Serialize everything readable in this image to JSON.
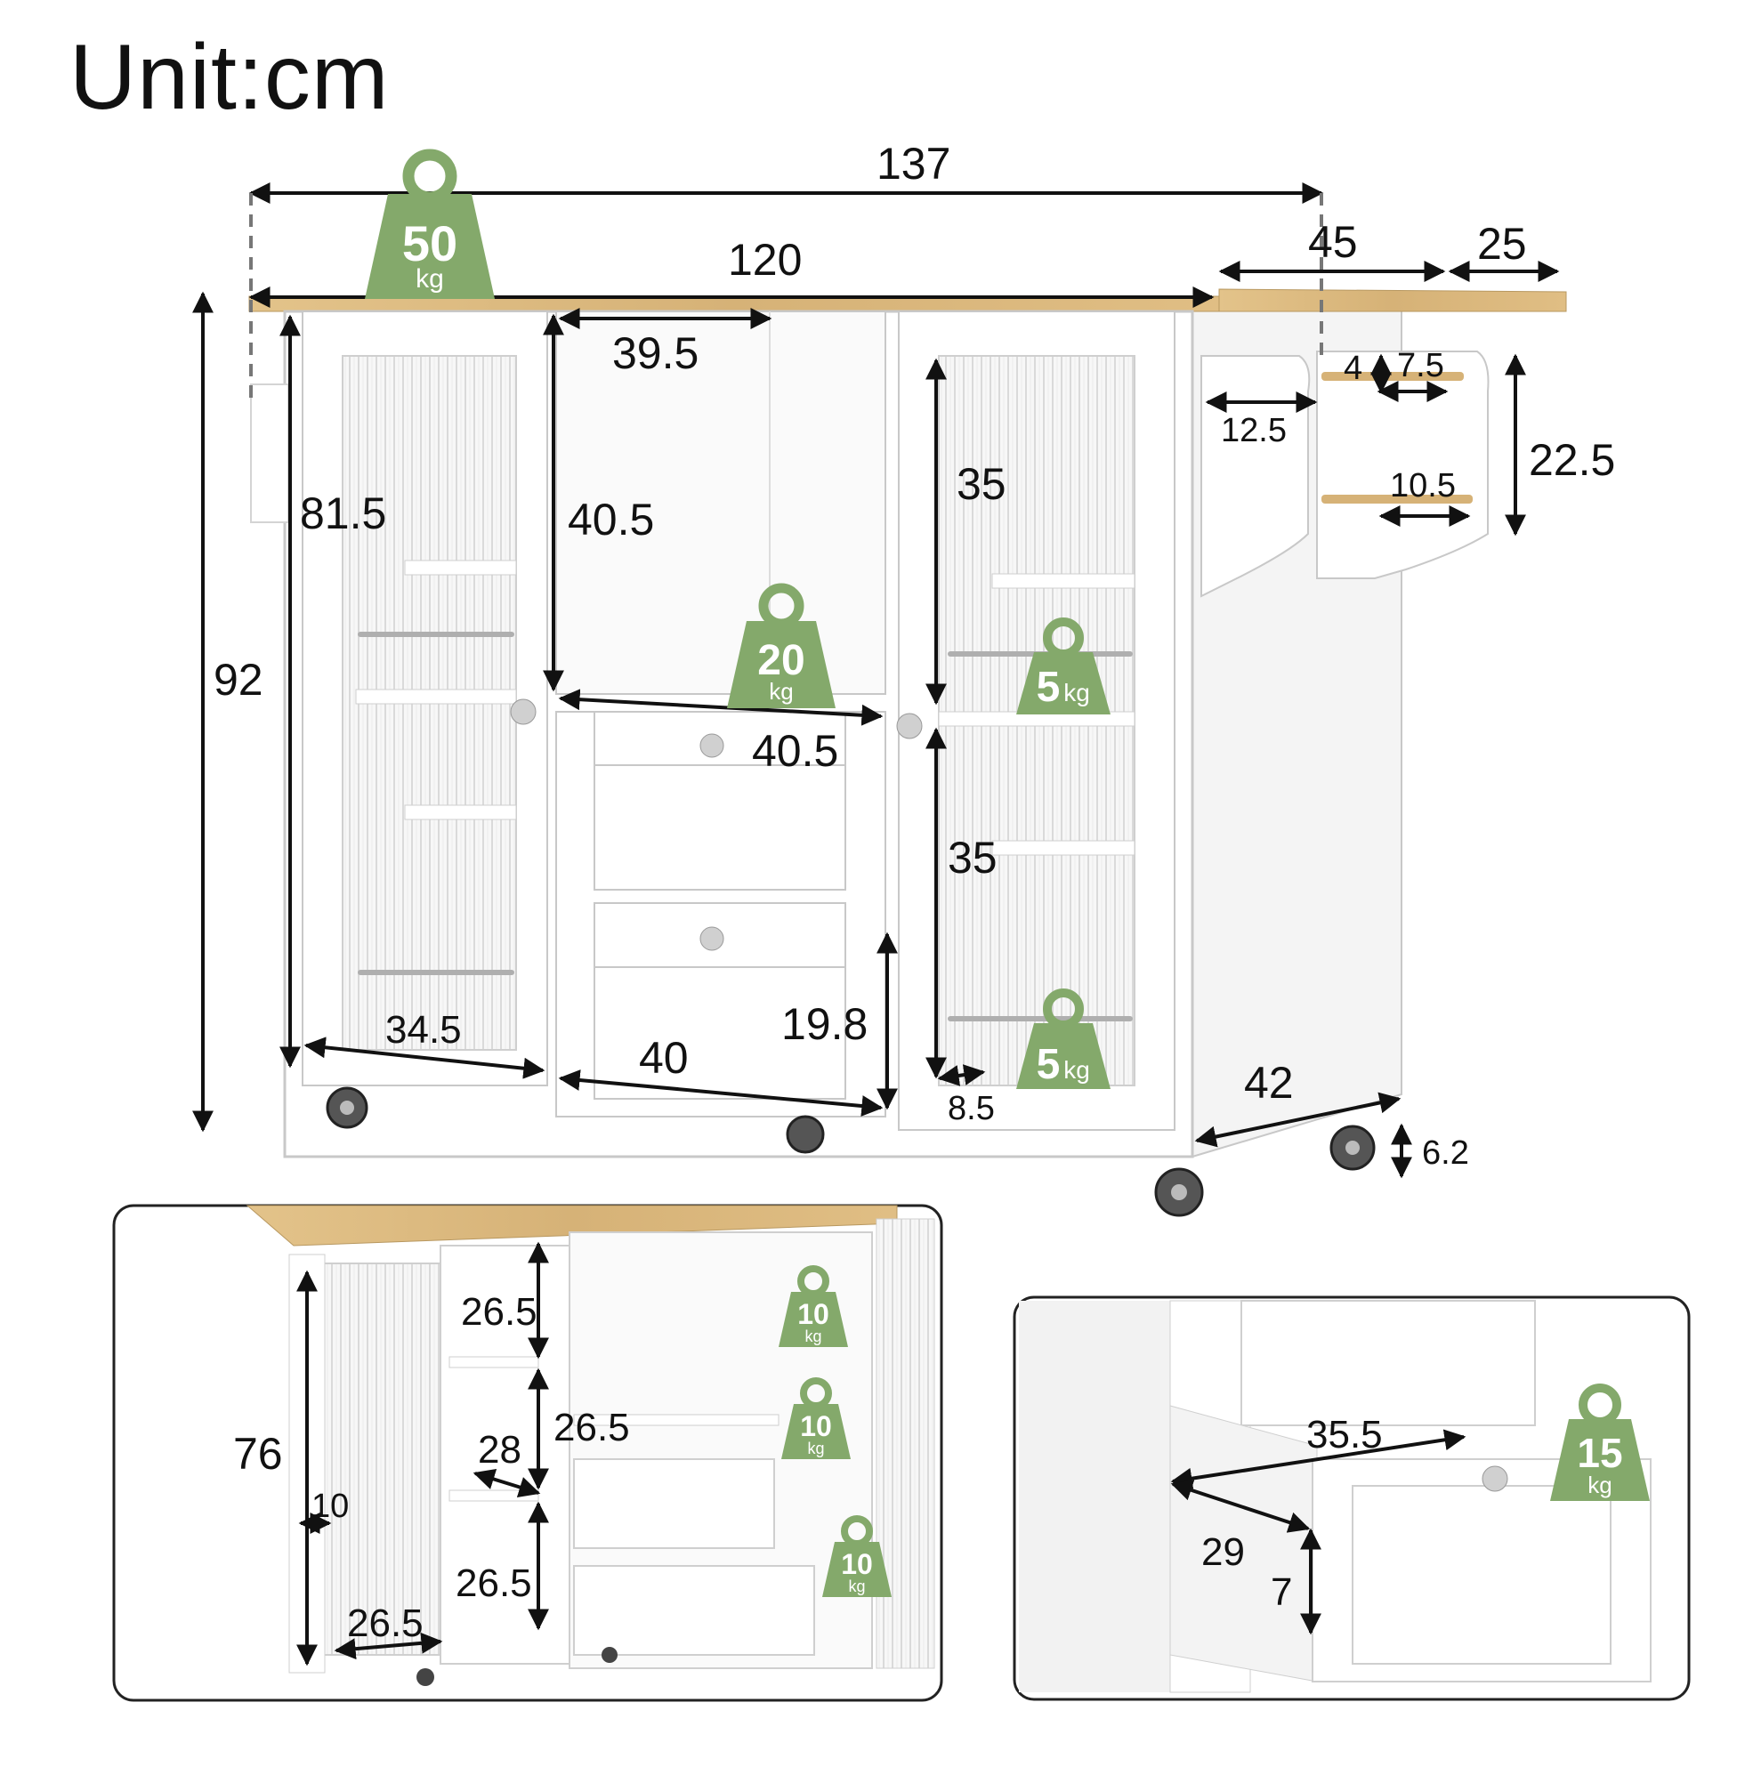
{
  "header": {
    "unit_label": "Unit:cm"
  },
  "main_view": {
    "overall_width": "137",
    "top_width": "120",
    "extension_depth": "45",
    "extension_overhang": "25",
    "overall_height": "92",
    "cabinet_height": "81.5",
    "open_shelf_width": "39.5",
    "open_shelf_height": "40.5",
    "shelf_height_upper": "35",
    "shelf_height_lower": "35",
    "drawer_top_width": "40.5",
    "drawer_height": "19.8",
    "drawer_bottom_width": "40",
    "left_door_width": "34.5",
    "rail_offset": "8.5",
    "side_depth": "42",
    "caster_height": "6.2",
    "towel_rack_width": "12.5",
    "spice_rack_gap": "4",
    "spice_rack_top_width": "7.5",
    "spice_rack_bottom_width": "10.5",
    "spice_rack_height": "22.5"
  },
  "weights": {
    "top": {
      "value": "50",
      "unit": "kg"
    },
    "open_shelf": {
      "value": "20",
      "unit": "kg"
    },
    "right_upper_shelf": {
      "value": "5",
      "unit": "kg"
    },
    "right_lower_shelf": {
      "value": "5",
      "unit": "kg"
    },
    "back_upper": {
      "value": "10",
      "unit": "kg"
    },
    "back_middle": {
      "value": "10",
      "unit": "kg"
    },
    "back_lower": {
      "value": "10",
      "unit": "kg"
    },
    "drawer": {
      "value": "15",
      "unit": "kg"
    }
  },
  "back_view": {
    "shelf_height_1": "26.5",
    "shelf_height_2": "26.5",
    "shelf_height_3": "26.5",
    "shelf_depth": "28",
    "door_height": "76",
    "door_shelf_depth": "10",
    "door_width": "26.5"
  },
  "drawer_view": {
    "drawer_length": "35.5",
    "drawer_width": "29",
    "drawer_depth": "7"
  },
  "colors": {
    "badge_green": "#84A96B",
    "wood_top": "#D9B980",
    "cabinet_white": "#FFFFFF",
    "outline": "#C8C8C8"
  }
}
